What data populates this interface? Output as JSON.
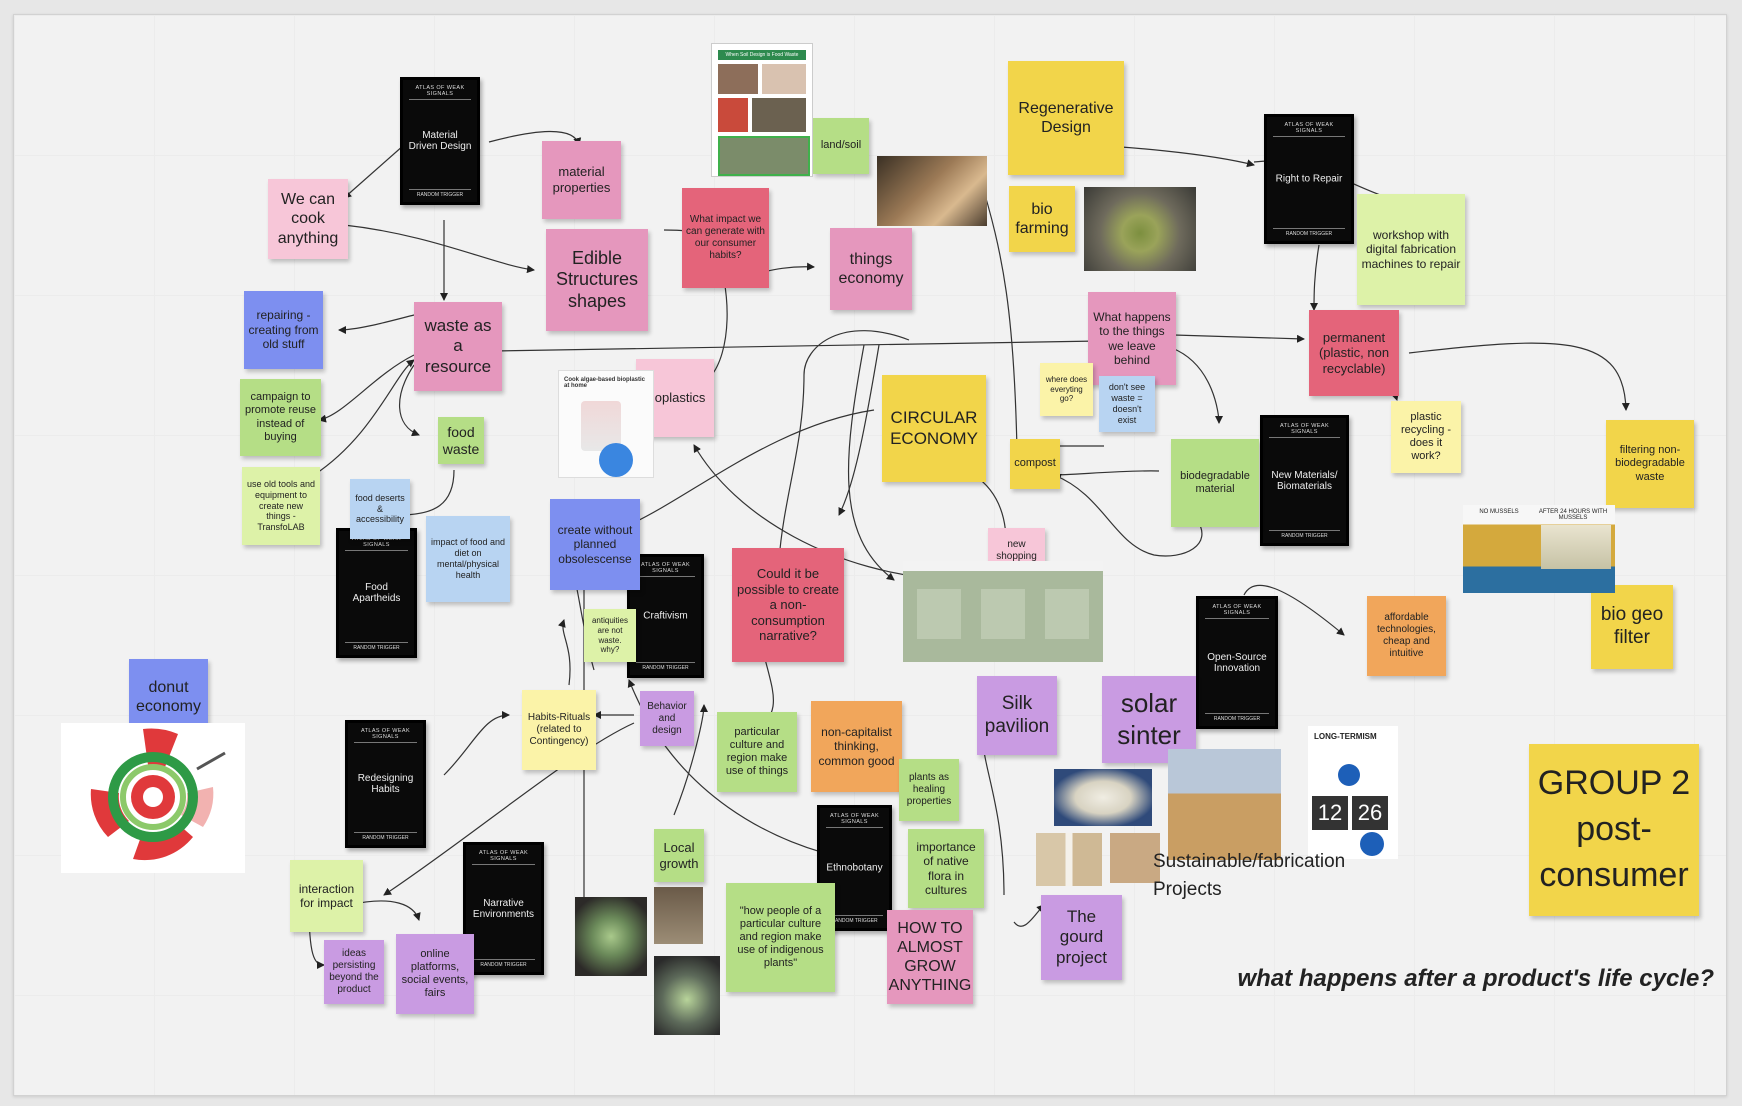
{
  "board": {
    "group_title": "GROUP 2 post-consumer",
    "question": "what happens after a product's life cycle?",
    "sustainable_label": "Sustainable/fabrication Projects"
  },
  "cards": {
    "header": "ATLAS OF WEAK SIGNALS",
    "footer": "RANDOM TRIGGER",
    "material_driven_design": "Material Driven Design",
    "right_to_repair": "Right to Repair",
    "new_materials": "New Materials/ Biomaterials",
    "food_apartheids": "Food Apartheids",
    "craftivism": "Craftivism",
    "open_source": "Open-Source Innovation",
    "redesigning_habits": "Redesigning Habits",
    "narrative_environments": "Narrative Environments",
    "ethnobotany": "Ethnobotany"
  },
  "notes": {
    "we_can_cook": "We can cook anything",
    "material_properties": "material properties",
    "edible_structures": "Edible Structures shapes",
    "what_impact": "What impact we can generate with our consumer habits?",
    "land_soil": "land/soil",
    "regenerative_design": "Regenerative Design",
    "bio_farming": "bio farming",
    "things_economy": "things economy",
    "workshop": "workshop with digital fabrication machines to repair",
    "repairing": "repairing - creating from old stuff",
    "waste_resource": "waste as a resource",
    "what_happens": "What happens to the things we leave behind",
    "permanent": "permanent (plastic, non recyclable)",
    "campaign": "campaign to promote reuse instead of buying",
    "bioplastics": "bioplastics",
    "where_does": "where does everyting go?",
    "dont_see": "don't see waste = doesn't exist",
    "plastic_recycling": "plastic recycling - does it work?",
    "filtering": "filtering non-biodegradable waste",
    "food_waste": "food waste",
    "circular_economy": "CIRCULAR ECONOMY",
    "compost": "compost",
    "biodegradable": "biodegradable material",
    "use_old_tools": "use old tools and equipment to create new things - TransfoLAB",
    "food_deserts": "food deserts & accessibility",
    "impact_of_food": "impact of food and diet on mental/physical health",
    "create_without": "create without planned obsolescense",
    "could_it_be": "Could it be possible to create a non-consumption narrative?",
    "new_shopping": "new shopping solutions",
    "antiquities": "antiquities are not waste. why?",
    "affordable": "affordable technologies, cheap and intuitive",
    "bio_geo_filter": "bio geo filter",
    "donut_economy": "donut economy",
    "behavior_design": "Behavior and design",
    "habits_rituals": "Habits-Rituals (related to Contingency)",
    "particular_culture": "particular culture and region make use of things",
    "non_capitalist": "non-capitalist thinking, common good",
    "silk_pavilion": "Silk pavilion",
    "solar_sinter": "solar sinter",
    "plants_healing": "plants as healing properties",
    "local_growth": "Local growth",
    "importance_flora": "importance of native flora in cultures",
    "interaction_impact": "interaction for impact",
    "how_people": "\"how people of a particular culture and region make use of indigenous plants\"",
    "how_to_grow": "HOW TO ALMOST GROW ANYTHING",
    "gourd_project": "The gourd project",
    "ideas_persisting": "ideas persisting beyond the product",
    "online_platforms": "online platforms, social events, fairs"
  },
  "images": {
    "article_heading": "Cook algae-based bioplastic at home",
    "article_top": "When Soil Design is Food Waste",
    "mussels_left": "NO MUSSELS",
    "mussels_right": "AFTER 24 HOURS WITH MUSSELS",
    "long_term": "LONG-TERMISM",
    "clock_hours": "12",
    "clock_minutes": "26"
  },
  "icons": [
    "donut-chart-icon",
    "arrow-icon",
    "blue-dot-icon"
  ],
  "colors": {
    "yellow": "#f2d54a",
    "light_pink": "#f7c6d8",
    "mid_pink": "#e597bd",
    "red_pink": "#e4647a",
    "green": "#b5de86",
    "light_green": "#ddf2a8",
    "light_blue": "#b8d4f2",
    "blue": "#7d8ff0",
    "purple": "#c99be2",
    "orange": "#f1a65b",
    "light_yellow": "#fbf3a8",
    "card_black": "#0a0a0a"
  }
}
